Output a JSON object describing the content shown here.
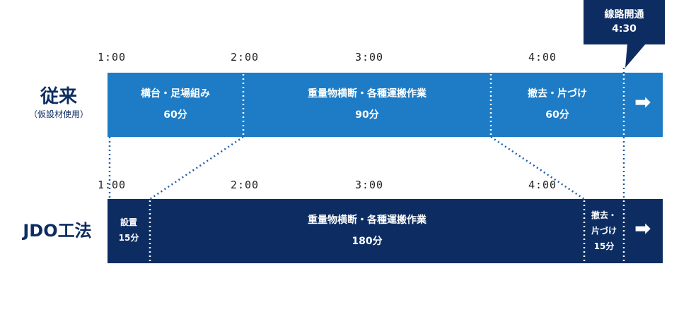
{
  "rows": {
    "conventional": {
      "title": "従来",
      "subtitle": "（仮設材使用）"
    },
    "jdo": {
      "title": "JDO工法"
    }
  },
  "times_top": [
    "1:00",
    "2:00",
    "3:00",
    "4:00"
  ],
  "times_bottom": [
    "1:00",
    "2:00",
    "3:00",
    "4:00"
  ],
  "segments_top": [
    {
      "name": "構台・足場組み",
      "duration": "60分"
    },
    {
      "name": "重量物横断・各種運搬作業",
      "duration": "90分"
    },
    {
      "name": "撤去・片づけ",
      "duration": "60分"
    }
  ],
  "segments_bottom": [
    {
      "name": "設置",
      "duration": "15分"
    },
    {
      "name": "重量物横断・各種運搬作業",
      "duration": "180分"
    },
    {
      "name_line1": "撤去・",
      "name_line2": "片づけ",
      "duration": "15分"
    }
  ],
  "callout": {
    "line1": "線路開通",
    "line2": "4:30"
  },
  "colors": {
    "light_bar": "#1d7cc5",
    "dark_bar": "#0d2d62"
  }
}
